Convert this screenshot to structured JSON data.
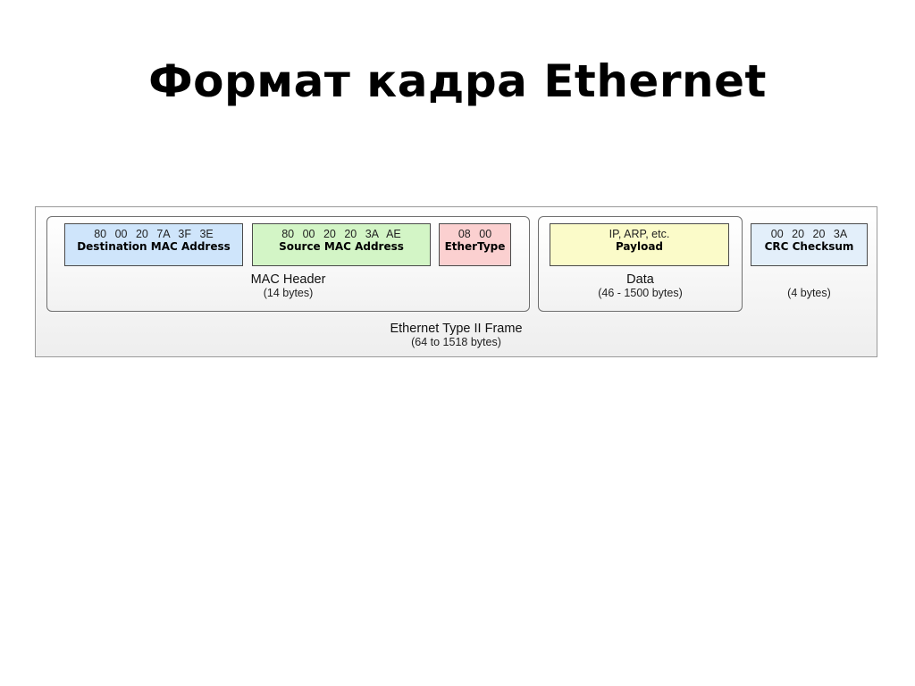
{
  "slide": {
    "title": "Формат кадра Ethernet"
  },
  "frame": {
    "title": "Ethernet Type II Frame",
    "size": "(64 to 1518 bytes)",
    "mac_header": {
      "title": "MAC Header",
      "size": "(14 bytes)",
      "destination": {
        "hex": "80 00 20 7A 3F 3E",
        "label": "Destination MAC Address",
        "color": "#cfe5fb"
      },
      "source": {
        "hex": "80 00 20 20 3A AE",
        "label": "Source MAC Address",
        "color": "#d3f5c6"
      },
      "ethertype": {
        "hex": "08 00",
        "label": "EtherType",
        "color": "#fbd0d0"
      }
    },
    "data": {
      "title": "Data",
      "size": "(46 - 1500 bytes)",
      "payload": {
        "hex": "IP, ARP, etc.",
        "label": "Payload",
        "color": "#fbfbc9"
      }
    },
    "crc": {
      "size": "(4 bytes)",
      "checksum": {
        "hex": "00 20 20 3A",
        "label": "CRC Checksum",
        "color": "#e3effa"
      }
    }
  }
}
